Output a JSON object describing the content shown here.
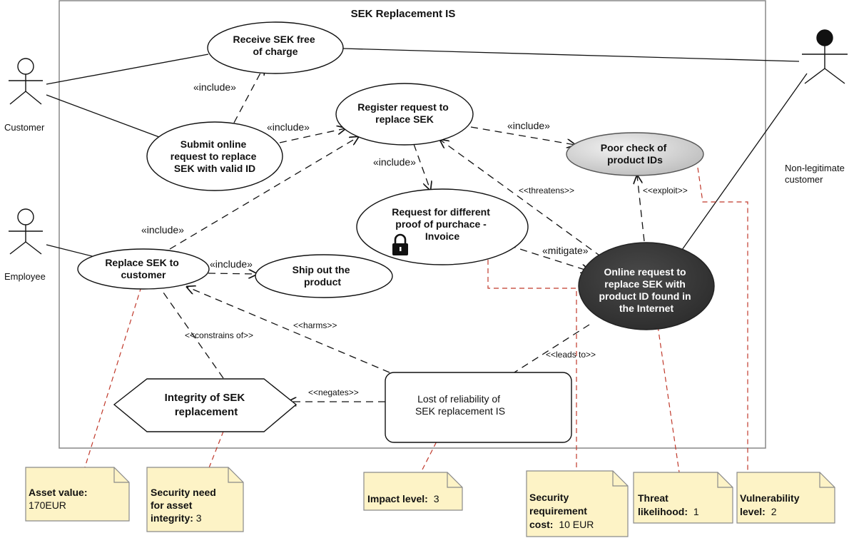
{
  "system_title": "SEK Replacement IS",
  "actors": {
    "customer": "Customer",
    "employee": "Employee",
    "nonlegit": [
      "Non-legitimate",
      "customer"
    ]
  },
  "use_cases": {
    "receive": [
      "Receive SEK free",
      "of charge"
    ],
    "submit": [
      "Submit online",
      "request to replace",
      "SEK with valid ID"
    ],
    "register": [
      "Register request to",
      "replace SEK"
    ],
    "poor": [
      "Poor check of",
      "product IDs"
    ],
    "request_proof": [
      "Request for different",
      "proof of purchace -",
      "Invoice"
    ],
    "replace": [
      "Replace SEK to",
      "customer"
    ],
    "ship": [
      "Ship out the",
      "product"
    ],
    "online_threat": [
      "Online request to",
      "replace SEK with",
      "product ID found in",
      "the Internet"
    ],
    "integrity": [
      "Integrity of SEK",
      "replacement"
    ],
    "lost": [
      "Lost of reliability of",
      "SEK replacement IS"
    ]
  },
  "relations": {
    "include": "«include»",
    "threatens": "<<threatens>>",
    "exploit": "<<exploit>>",
    "mitigate": "«mitigate»",
    "harms": "<<harms>>",
    "constrains": "<<constrains of>>",
    "leads_to": "<<leads to>>",
    "negates": "<<negates>>"
  },
  "notes": {
    "asset": {
      "label": "Asset value:",
      "value": "170EUR"
    },
    "security_need": {
      "label": [
        "Security need",
        "for asset",
        "integrity:"
      ],
      "value": "3"
    },
    "impact": {
      "label": "Impact level:",
      "value": "3"
    },
    "sec_req": {
      "label": [
        "Security",
        "requirement",
        "cost:"
      ],
      "value": "10 EUR"
    },
    "threat": {
      "label": [
        "Threat",
        "likelihood:"
      ],
      "value": "1"
    },
    "vuln": {
      "label": [
        "Vulnerability",
        "level:"
      ],
      "value": "2"
    }
  },
  "colors": {
    "note_fill": "#fdf3c6",
    "threat_fill": "#3a3a3a",
    "poor_fill": "#d4d4d4",
    "red_line": "#c0392b"
  },
  "icons": [
    "lock-icon"
  ]
}
